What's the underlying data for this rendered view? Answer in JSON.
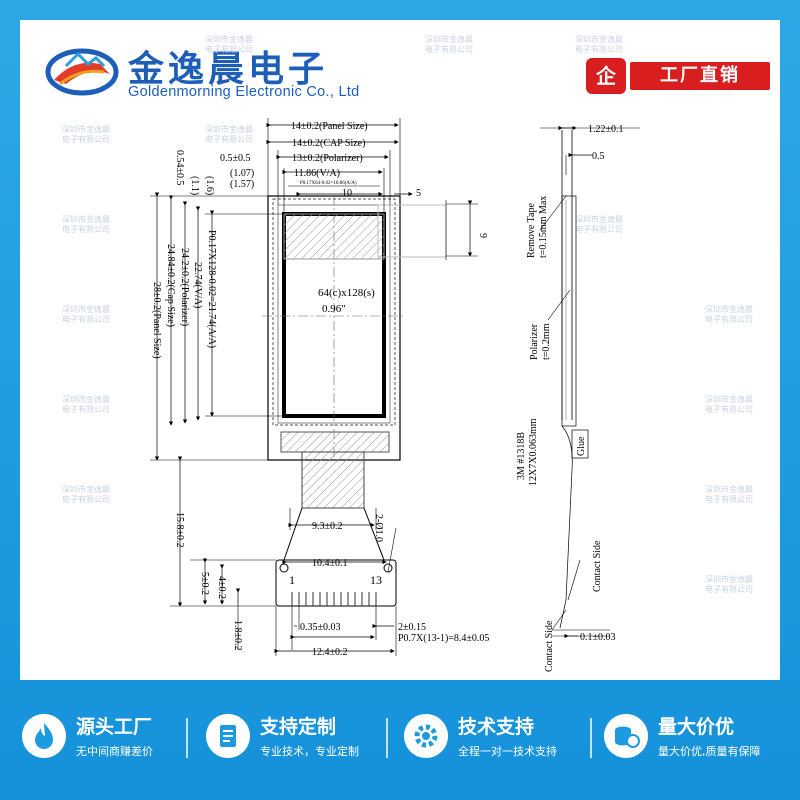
{
  "brand": {
    "name_cn": "金逸晨电子",
    "name_en": "Goldenmorning Electronic Co., Ltd"
  },
  "badge": {
    "icon": "企",
    "label": "工厂直销"
  },
  "watermark": {
    "line1": "深圳市金逸晨",
    "line2": "电子有限公司"
  },
  "dims_top": {
    "panel_size": "14±0.2(Panel Size)",
    "cap_size": "14±0.2(CAP Size)",
    "polarizer_offset": "0.5±0.5",
    "polarizer": "13±0.2(Polarizer)",
    "va_l1": "(1.07)",
    "va_l2": "(1.57)",
    "va_r1": "(1.6)",
    "va_r2": "(1.1)",
    "va": "11.86(V/A)",
    "aa_pitch": "P0.17X64-0.02=10.86(A/A)",
    "ten": "10",
    "five": "5",
    "nine": "9",
    "left_offset": "0.54±0.5"
  },
  "dims_left": {
    "pixel_pitch": "P0.17X128-0.02=21.74(A/A)",
    "va": "22.74(V/A)",
    "polarizer": "24.2±0.2(Polarizer)",
    "cap": "24.84±0.2(Cap Size)",
    "panel": "28±0.2(Panel Size)",
    "tail": "15.8±0.2",
    "a": "5±0.2",
    "b": "4±0.2",
    "c": "1.8±0.2"
  },
  "display": {
    "resolution": "64(c)x128(s)",
    "size": "0.96\""
  },
  "fpc": {
    "width_93": "9.3±0.2",
    "width_104": "10.4±0.1",
    "hole": "2-Ø1.0",
    "pin1": "1",
    "pin13": "13",
    "pin_width": "0.35±0.03",
    "pin_gap": "2±0.15",
    "pitch": "P0.7X(13-1)=8.4±0.05",
    "total": "12.4±0.2"
  },
  "side": {
    "thickness": "1.22±0.1",
    "offset": "0.5",
    "remove_tape_l1": "Remove Tape",
    "remove_tape_l2": "t=0.15mm Max",
    "polarizer_l1": "Polarizer",
    "polarizer_l2": "t=0.2mm",
    "tape_l1": "3M #1318B",
    "tape_l2": "12X7X0.063mm",
    "glue": "Glue",
    "contact_side_a": "Contact Side",
    "contact_side_b": "Contact Side",
    "fpc_thickness": "0.1±0.03"
  },
  "features": [
    {
      "title": "源头工厂",
      "subtitle": "无中间商赚差价",
      "icon": "factory-flame-icon"
    },
    {
      "title": "支持定制",
      "subtitle": "专业技术，专业定制",
      "icon": "document-icon"
    },
    {
      "title": "技术支持",
      "subtitle": "全程一对一技术支持",
      "icon": "gear-icon"
    },
    {
      "title": "量大价优",
      "subtitle": "量大价优,质量有保障",
      "icon": "coins-icon"
    }
  ],
  "colors": {
    "brand_blue": "#1d5fb8",
    "footer_blue": "#1d9be0",
    "badge_red": "#d81e1e"
  }
}
